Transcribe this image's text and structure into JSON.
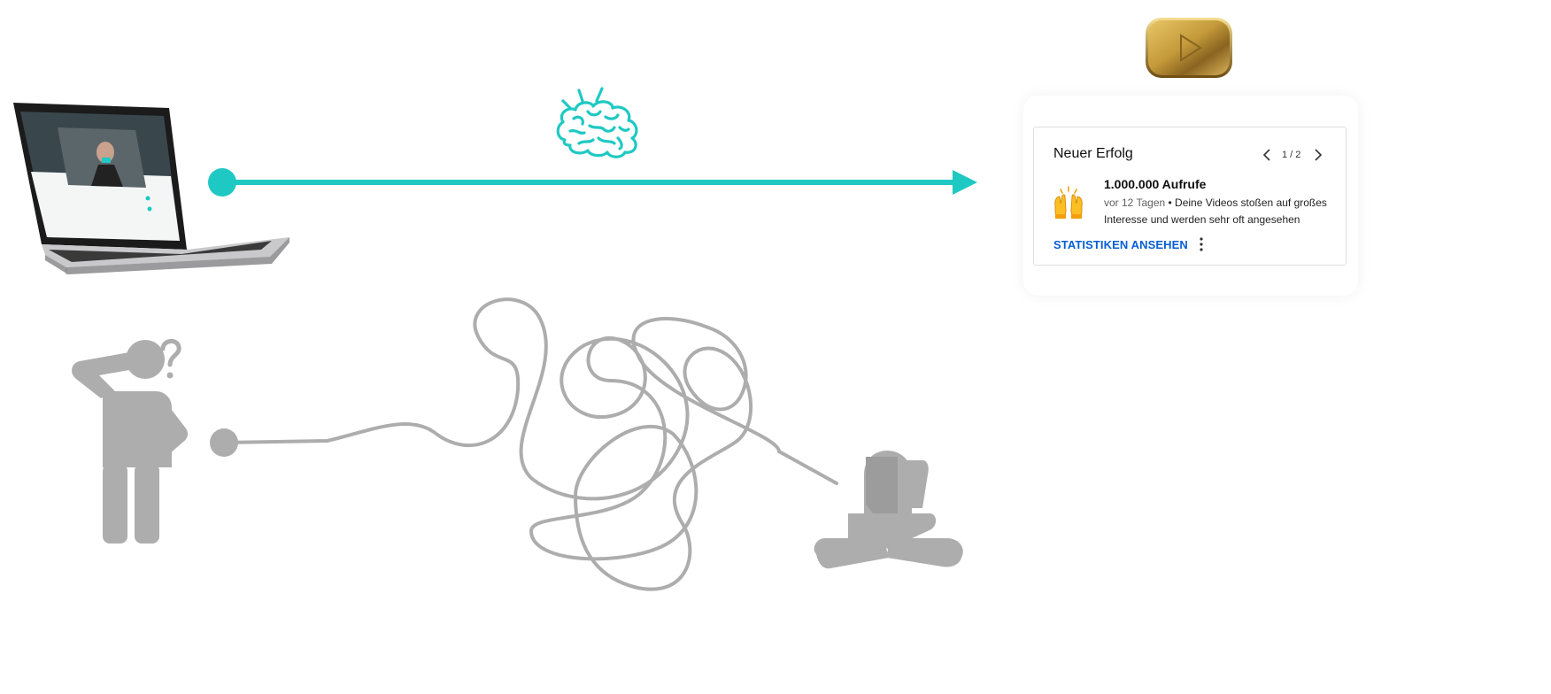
{
  "colors": {
    "teal": "#1fc9c3",
    "grey_figure": "#adadad",
    "gold": "#c49a3a",
    "link_blue": "#065fd4"
  },
  "icons": {
    "laptop": "laptop-icon",
    "brain": "brain-icon",
    "play": "play-button-icon",
    "hands": "raised-hands-emoji-icon",
    "more": "more-vertical-icon",
    "prev": "chevron-left-icon",
    "next": "chevron-right-icon",
    "confused_person": "confused-person-icon",
    "sad_person": "sad-person-icon"
  },
  "notification": {
    "title": "Neuer Erfolg",
    "pager": "1 / 2",
    "milestone": "1.000.000 Aufrufe",
    "time": "vor 12 Tagen",
    "separator": " • ",
    "description": "Deine Videos stoßen auf großes Interesse und werden sehr oft angesehen",
    "action_label": "STATISTIKEN ANSEHEN"
  }
}
